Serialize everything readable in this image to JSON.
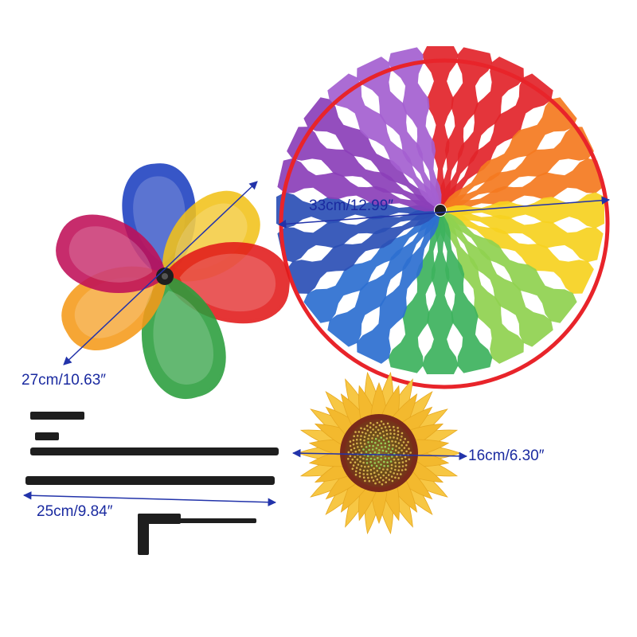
{
  "product": {
    "labels": {
      "wheel": "33cm/12.99″",
      "flower": "27cm/10.63″",
      "sunflower": "16cm/6.30″",
      "rod": "25cm/9.84″"
    }
  },
  "colors": {
    "dimension_line": "#2233aa",
    "wheel_rim": "#e8242a",
    "rainbow": [
      "#e2242a",
      "#f47a1f",
      "#f6d11f",
      "#8fd14f",
      "#3db25d",
      "#2d6fd0",
      "#2b4fb5",
      "#8b3fb8",
      "#a45fd0"
    ],
    "flower_petals": [
      "#1c3fc0",
      "#f2c21a",
      "#e21a1a",
      "#2a9e3c",
      "#f59a1a",
      "#c01058"
    ],
    "sunflower_petal": "#f7c744",
    "sunflower_center": "#7a2a1a",
    "rod": "#1e1e1e"
  },
  "icons": [
    "pinwheel-wheel",
    "pinwheel-flower",
    "sunflower",
    "stick"
  ]
}
